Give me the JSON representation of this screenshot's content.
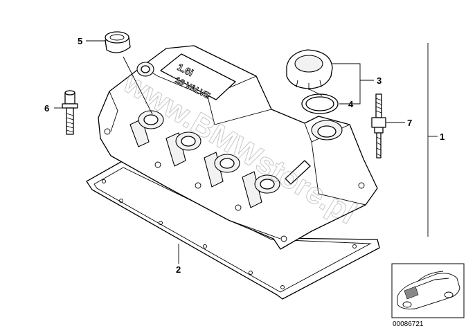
{
  "callouts": [
    {
      "id": "1",
      "label": "1"
    },
    {
      "id": "2",
      "label": "2"
    },
    {
      "id": "3",
      "label": "3"
    },
    {
      "id": "4",
      "label": "4"
    },
    {
      "id": "5",
      "label": "5"
    },
    {
      "id": "6",
      "label": "6"
    },
    {
      "id": "7",
      "label": "7"
    }
  ],
  "cover_badge": {
    "line1": "1.6i",
    "line2": "16 VALVE"
  },
  "watermark": "www.BMWstore.pl",
  "diagram_code": "00086721"
}
